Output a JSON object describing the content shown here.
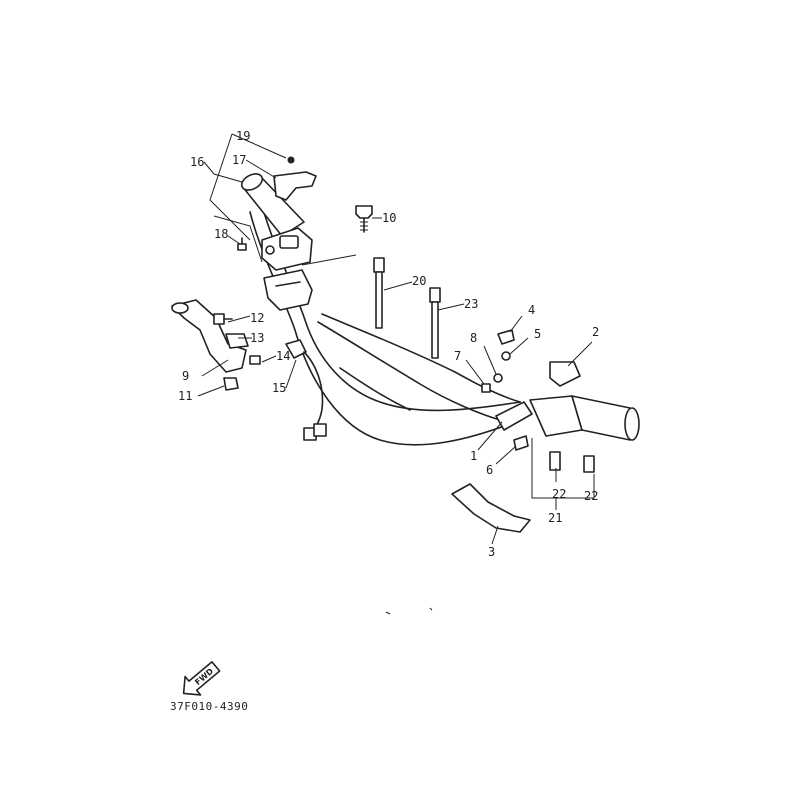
{
  "diagram": {
    "part_numbers": [
      "1",
      "2",
      "3",
      "4",
      "5",
      "6",
      "7",
      "8",
      "9",
      "10",
      "11",
      "12",
      "13",
      "14",
      "15",
      "16",
      "17",
      "18",
      "19",
      "20",
      "21",
      "22",
      "22",
      "23"
    ],
    "fwd_label": "FWD",
    "figure_code": "37F010-4390"
  }
}
